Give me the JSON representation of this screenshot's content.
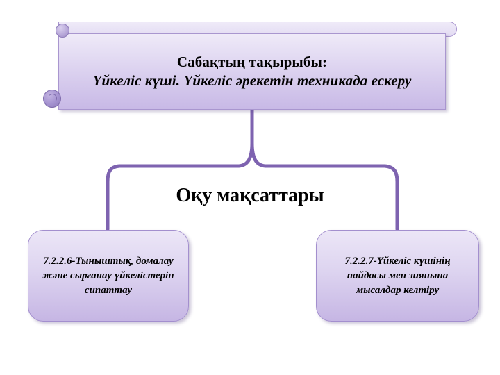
{
  "slide": {
    "background_color": "#ffffff",
    "accent_color": "#7E63B0",
    "box_fill_top": "#ECE6F7",
    "box_fill_bottom": "#C6B6E4",
    "border_color": "#A38FCE"
  },
  "title_banner": {
    "shape": "horizontal-scroll",
    "line1": "Сабақтың тақырыбы:",
    "line2": "Үйкеліс күші. Үйкеліс әрекетін техникада ескеру"
  },
  "center_heading": {
    "text": "Оқу мақсаттары"
  },
  "objectives": [
    {
      "id": "7.2.2.6",
      "text": "7.2.2.6-Тыныштық, домалау және сырғанау үйкелістерін сипаттау"
    },
    {
      "id": "7.2.2.7",
      "text": "7.2.2.7-Үйкеліс күшінің пайдасы мен зиянына мысалдар келтіру"
    }
  ],
  "connectors": {
    "stem_label": "vertical-stem",
    "fork_label": "bracket-fork"
  }
}
